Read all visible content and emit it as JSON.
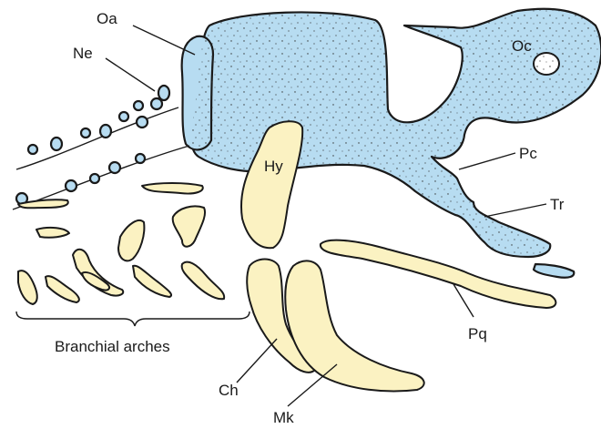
{
  "figure": {
    "labels": {
      "oa": "Oa",
      "ne": "Ne",
      "oc": "Oc",
      "hy": "Hy",
      "pc": "Pc",
      "tr": "Tr",
      "pq": "Pq",
      "ch": "Ch",
      "mk": "Mk",
      "branchial": "Branchial arches"
    },
    "colors": {
      "neurocranium": "#b7dcf1",
      "splanchnocranium": "#fbf2c2",
      "outline": "#1a1a1a"
    }
  }
}
